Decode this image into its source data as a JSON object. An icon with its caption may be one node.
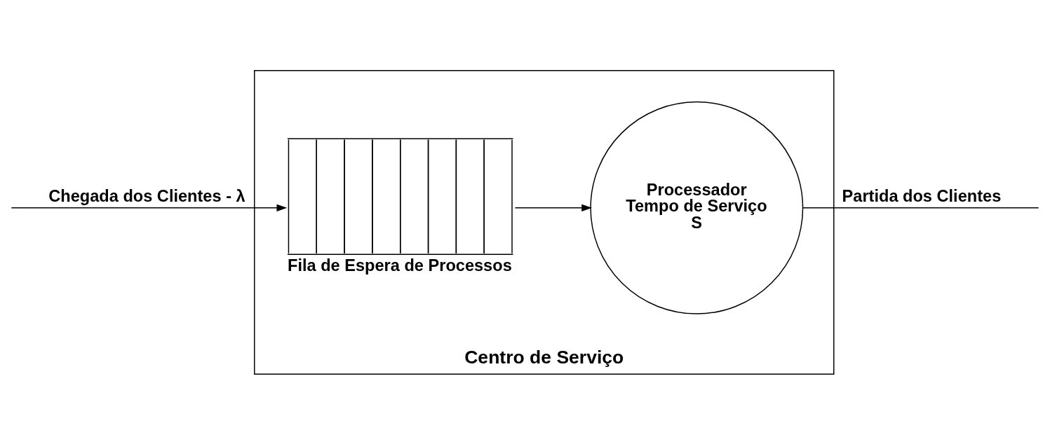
{
  "diagram": {
    "nodes": [
      {
        "text": [
          "Centro de Serviço"
        ]
      },
      {
        "text": [
          "Fila de Espera de Processos"
        ],
        "in": 0
      },
      {
        "text": [
          "Processador Tempo de Serviço S"
        ],
        "in": 0
      }
    ],
    "edges": [
      {
        "from": null,
        "to": 1,
        "arrow": "to",
        "label": "Chegada dos Clientes - λ"
      },
      {
        "from": 1,
        "to": 2,
        "arrow": "to"
      },
      {
        "from": 2,
        "to": null,
        "arrow": "none",
        "label": "Partida dos Clientes"
      }
    ]
  }
}
